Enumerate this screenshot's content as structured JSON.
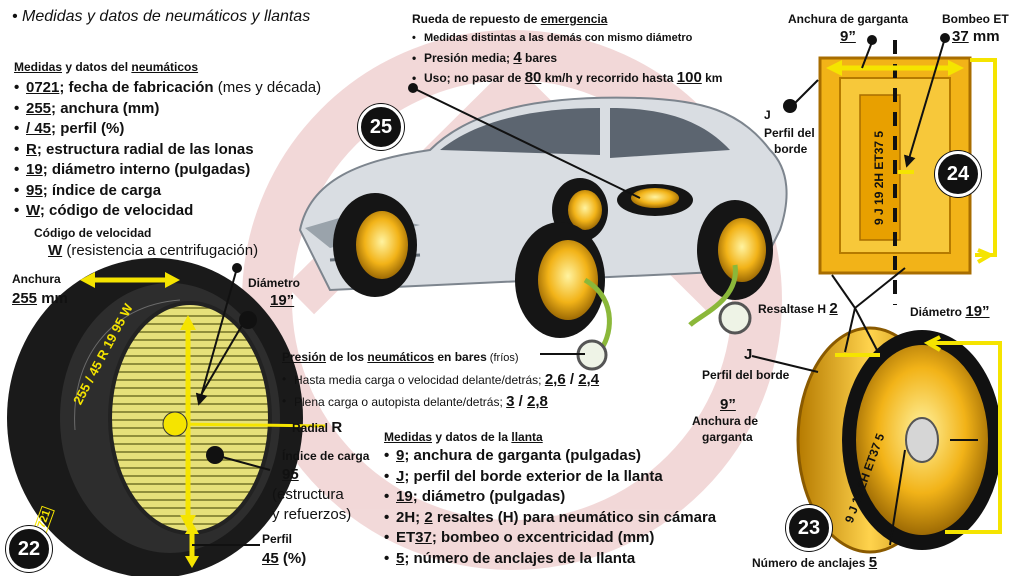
{
  "title": "• Medidas y datos de neumáticos y llantas",
  "tire_header": {
    "a": "Medidas",
    "b": " y datos del ",
    "c": "neumáticos"
  },
  "tire_items": [
    {
      "code": "0721",
      "text": "; fecha de fabricación",
      "note": " (mes y década)"
    },
    {
      "code": "255",
      "text": "; anchura (mm)",
      "note": ""
    },
    {
      "code": "/ 45",
      "text": "; perfil (%)",
      "note": ""
    },
    {
      "code": "R",
      "text": "; estructura radial de las lonas",
      "note": ""
    },
    {
      "code": "19",
      "text": "; diámetro interno (pulgadas)",
      "note": ""
    },
    {
      "code": "95",
      "text": "; índice de carga",
      "note": ""
    },
    {
      "code": "W",
      "text": "; código de velocidad",
      "note": ""
    }
  ],
  "speed": {
    "label": "Código de velocidad",
    "code": "W",
    "desc": " (resistencia a centrifugación)"
  },
  "tire_side": {
    "width_label": "Anchura",
    "width_value": "255",
    "width_unit": " mm",
    "diam_label": "Diámetro",
    "diam_value": "19”",
    "radial_label": "Radial",
    "radial_value": "R",
    "load_label": "Índice de carga",
    "load_value": "95",
    "load_desc1": "(estructura",
    "load_desc2": "y refuerzos)",
    "profile_label": "Perfil",
    "profile_value": "45",
    "profile_unit": " (%)",
    "sidewall_text": "255 / 45 R 19 95 W",
    "date_code": "0721"
  },
  "spare": {
    "title_a": "Rueda de repuesto de ",
    "title_b": "emergencia",
    "items": [
      {
        "pre": "Medidas distintas a las demás con mismo diámetro",
        "v1": "",
        "mid": "",
        "v2": "",
        "post": ""
      },
      {
        "pre": "Presión media; ",
        "v1": "4",
        "mid": " bares",
        "v2": "",
        "post": ""
      },
      {
        "pre": "Uso; no pasar de ",
        "v1": "80",
        "mid": " km/h y recorrido hasta ",
        "v2": "100",
        "post": " km"
      }
    ]
  },
  "pressure": {
    "title_a": "Presión",
    "title_b": " de los ",
    "title_c": "neumáticos",
    "title_d": " en bares",
    "title_e": " (fríos)",
    "items": [
      {
        "text": "Hasta media carga o velocidad delante/detrás; ",
        "v1": "2,6",
        "sep": " / ",
        "v2": "2,4"
      },
      {
        "text": "Plena carga o autopista delante/detrás; ",
        "v1": "3",
        "sep": " / ",
        "v2": "2,8"
      }
    ]
  },
  "rim_header": {
    "a": "Medidas",
    "b": " y datos de la ",
    "c": "llanta"
  },
  "rim_items": [
    {
      "code": "9",
      "text": "; anchura de garganta (pulgadas)"
    },
    {
      "code": "J",
      "text": "; perfil del borde exterior de la llanta"
    },
    {
      "code": "19",
      "text": "; diámetro (pulgadas)"
    },
    {
      "code": "2",
      "pre": "2H; ",
      "text": " resaltes (H) para neumático sin cámara"
    },
    {
      "code": "37",
      "pre": "ET",
      "text": "; bombeo o excentricidad (mm)"
    },
    {
      "code": "5",
      "text": "; número de anclajes de la llanta"
    }
  ],
  "rim_top": {
    "throat_label": "Anchura de garganta",
    "throat_value": "9”",
    "offset_label": "Bombeo ET",
    "offset_value": "37",
    "offset_unit": " mm",
    "j_label": "J",
    "j_desc1": "Perfil del",
    "j_desc2": "borde",
    "rim_code": "9 J 19 2H ET37 5"
  },
  "rim_side": {
    "hump_label": "Resaltase H",
    "hump_value": "2",
    "diam_label": "Diámetro",
    "diam_value": "19”",
    "j_label": "J",
    "j_desc": "Perfil del borde",
    "throat_value": "9”",
    "throat_label1": "Anchura de",
    "throat_label2": "garganta",
    "bolts_label": "Número de anclajes",
    "bolts_value": "5",
    "rim_code": "9 J 19 2H ET37 5"
  },
  "numbers": [
    "25",
    "24",
    "22",
    "23"
  ],
  "colors": {
    "gold": "#f2b318",
    "gold_dark": "#b57a00",
    "arrow": "#f5e400",
    "watermark": "#e8b9b9",
    "black": "#111111"
  }
}
